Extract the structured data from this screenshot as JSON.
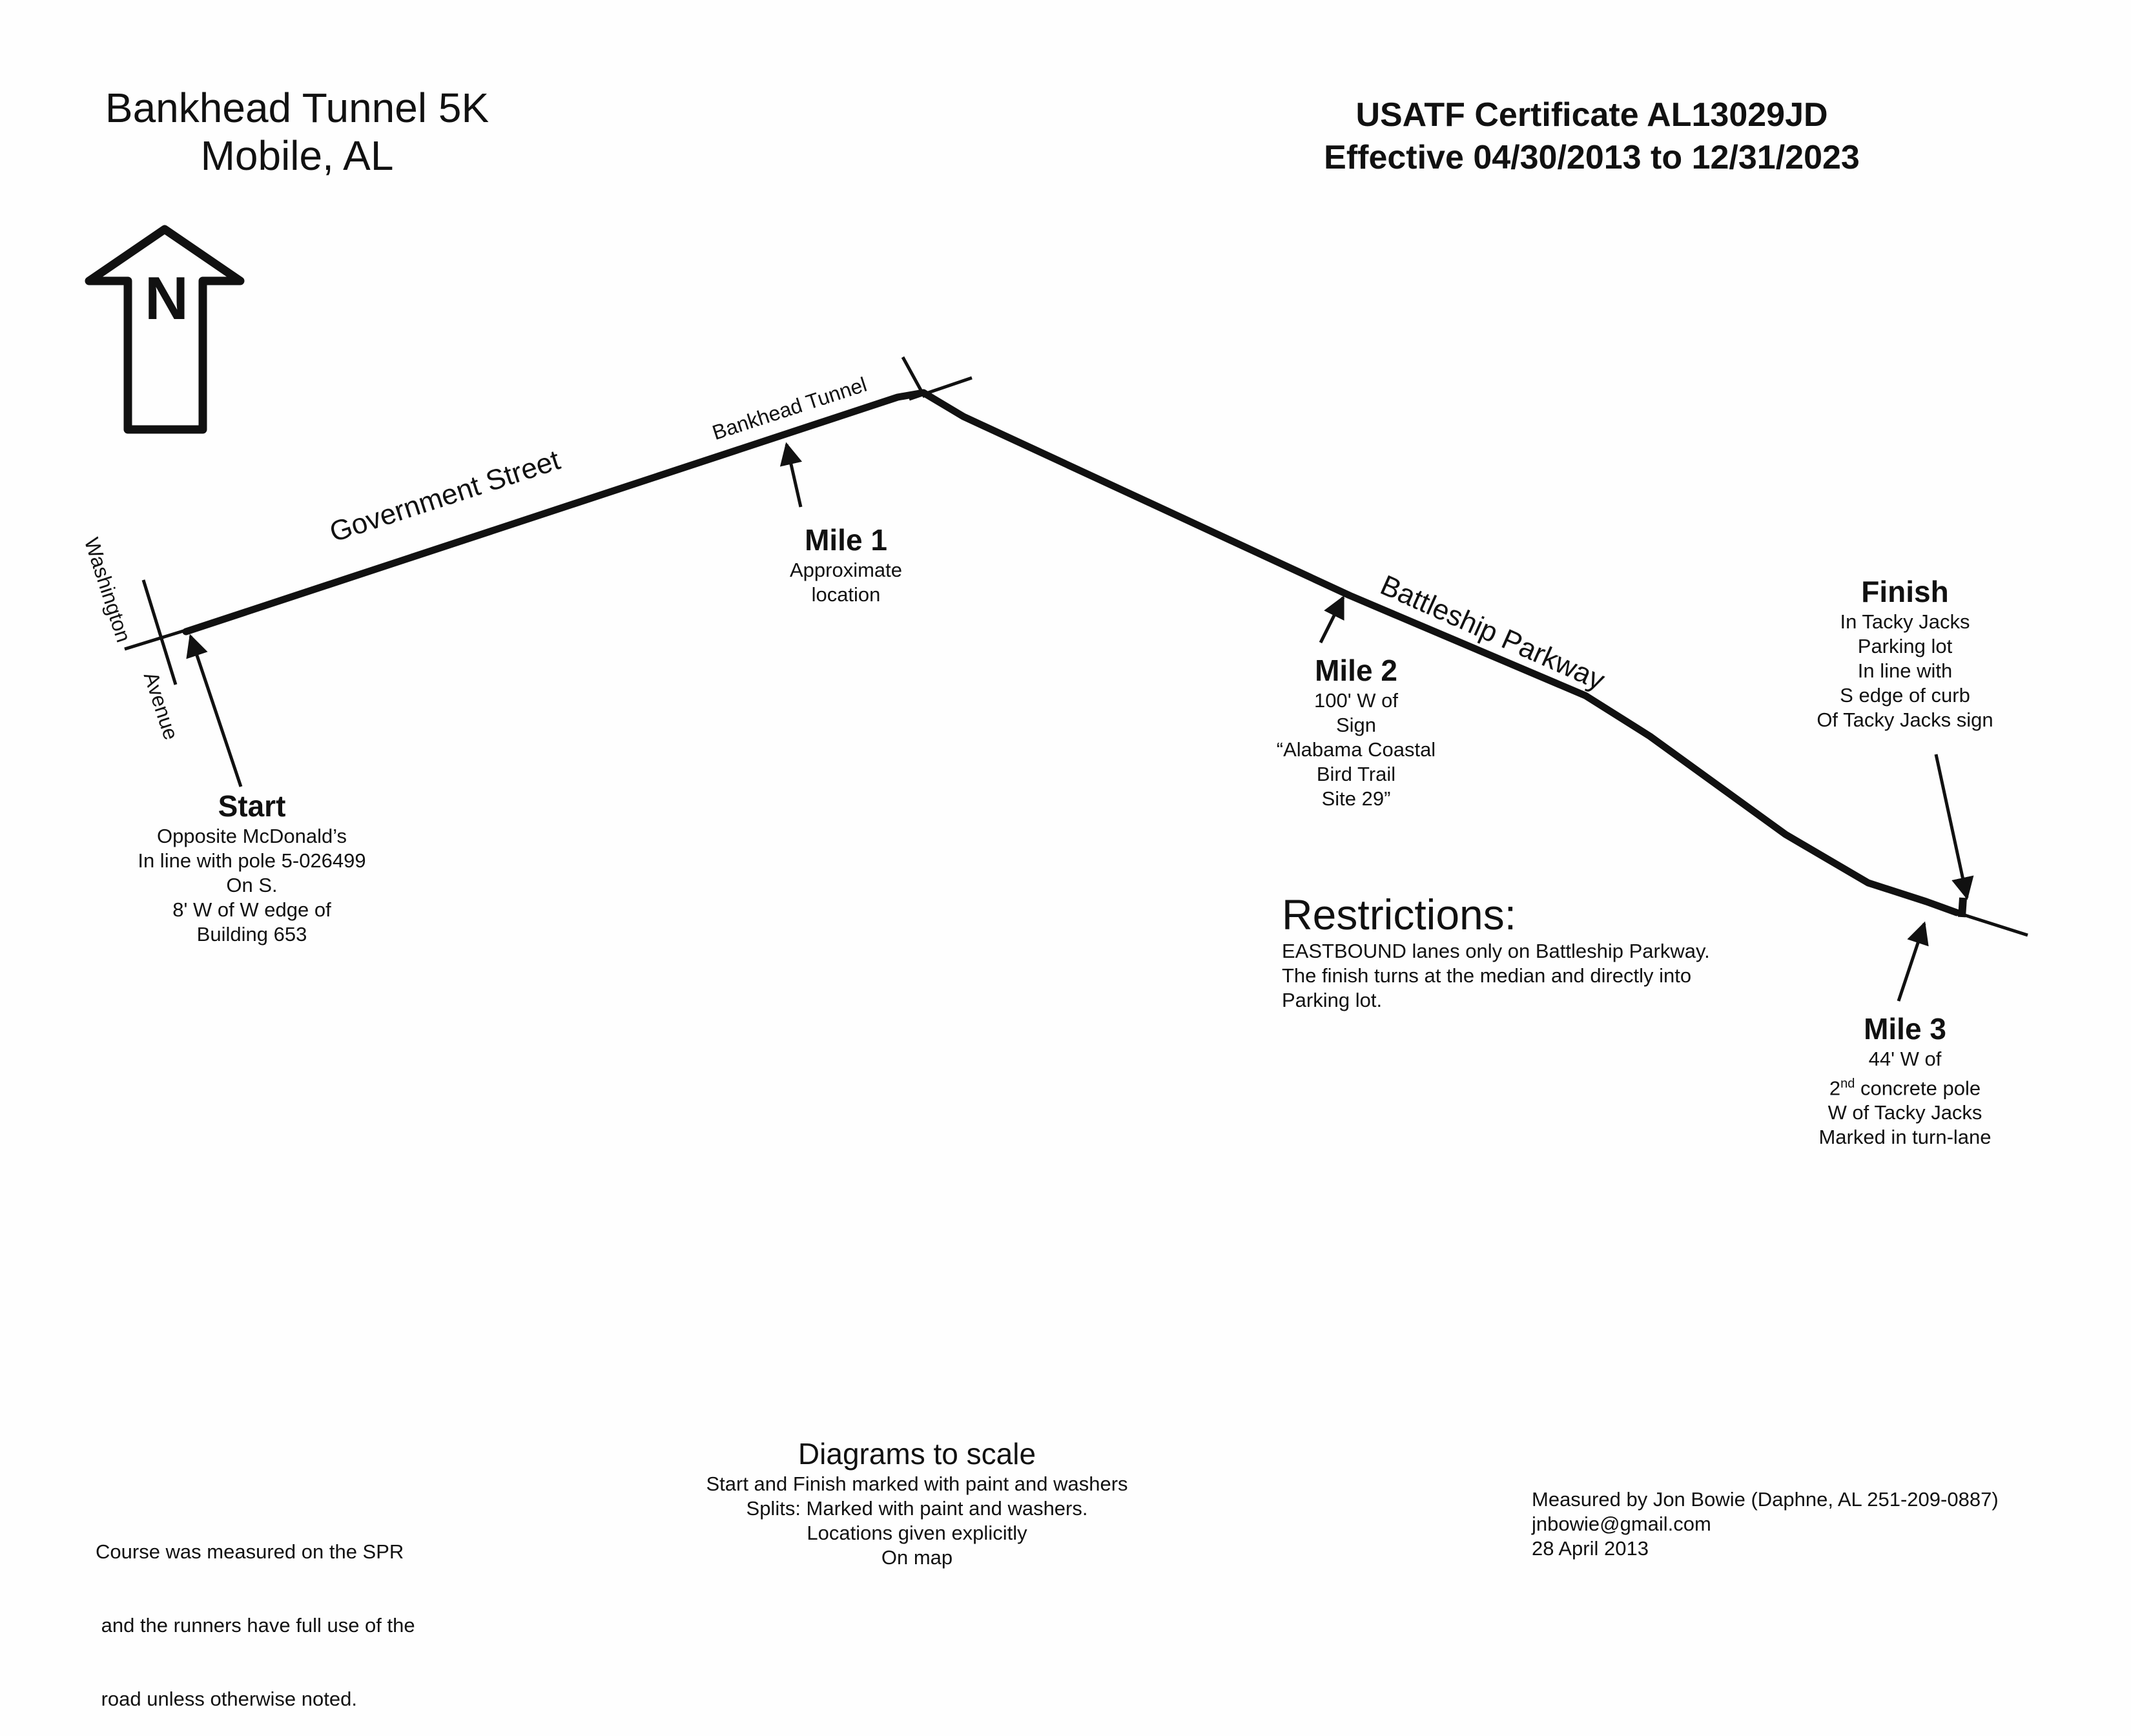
{
  "title": {
    "line1": "Bankhead Tunnel 5K",
    "line2": "Mobile, AL"
  },
  "certificate": {
    "line1": "USATF Certificate AL13029JD",
    "line2": "Effective 04/30/2013 to 12/31/2023"
  },
  "north_arrow": {
    "letter": "N",
    "icon": "north-arrow-icon"
  },
  "streets": {
    "government": "Government Street",
    "bankhead": "Bankhead Tunnel",
    "battleship": "Battleship Parkway",
    "washington_1": "Washington",
    "washington_2": "Avenue"
  },
  "start": {
    "heading": "Start",
    "lines": [
      "Opposite McDonald’s",
      "In line with pole 5-026499",
      "On S.",
      "8' W of W edge of",
      "Building 653"
    ]
  },
  "mile1": {
    "heading": "Mile 1",
    "lines": [
      "Approximate",
      "location"
    ]
  },
  "mile2": {
    "heading": "Mile 2",
    "lines": [
      "100' W of",
      "Sign",
      "“Alabama Coastal",
      "Bird Trail",
      "Site 29”"
    ]
  },
  "finish": {
    "heading": "Finish",
    "lines": [
      "In Tacky Jacks",
      "Parking lot",
      "In line with",
      "S edge of curb",
      "Of Tacky Jacks sign"
    ]
  },
  "mile3": {
    "heading": "Mile 3",
    "line1": "44' W of",
    "line2_num": "2",
    "line2_sup": "nd",
    "line2_rest": " concrete pole",
    "line3": "W of Tacky Jacks",
    "line4": "Marked in turn-lane"
  },
  "restrictions": {
    "heading": "Restrictions:",
    "lines": [
      "EASTBOUND lanes only on Battleship Parkway.",
      "The finish turns at the median and directly into",
      "Parking lot."
    ]
  },
  "footer": {
    "left": [
      "Course was measured on the SPR",
      " and the runners have full use of the",
      " road unless otherwise noted."
    ],
    "center_heading": "Diagrams to scale",
    "center": [
      "Start and Finish marked with paint and washers",
      "Splits: Marked with paint and washers.",
      "Locations given explicitly",
      "On map"
    ],
    "right": [
      "Measured by Jon Bowie (Daphne, AL 251-209-0887)",
      "jnbowie@gmail.com",
      "28 April 2013"
    ]
  },
  "colors": {
    "ink": "#111111",
    "background": "#fefefe"
  }
}
